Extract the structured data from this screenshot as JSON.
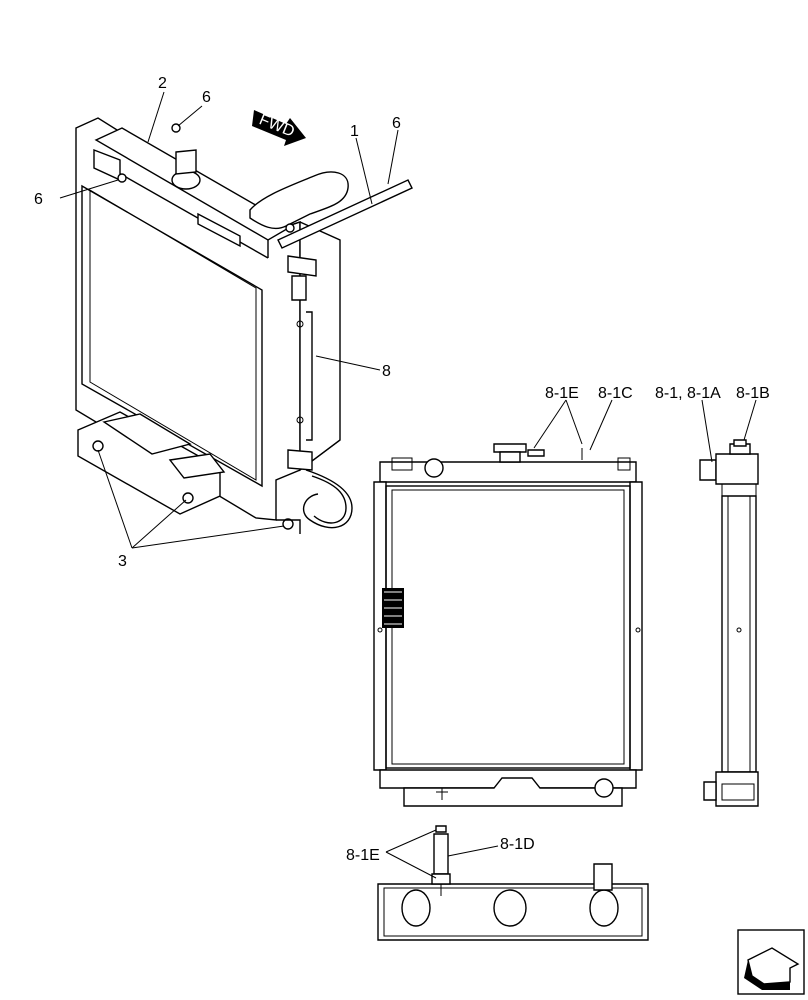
{
  "labels": {
    "l1": "1",
    "l2": "2",
    "l3": "3",
    "l6a": "6",
    "l6b": "6",
    "l6c": "6",
    "l8": "8",
    "fwd": "FWD",
    "l81E_top": "8-1E",
    "l81C": "8-1C",
    "l81_81A": "8-1, 8-1A",
    "l81B": "8-1B",
    "l81E_bottom": "8-1E",
    "l81D": "8-1D"
  }
}
